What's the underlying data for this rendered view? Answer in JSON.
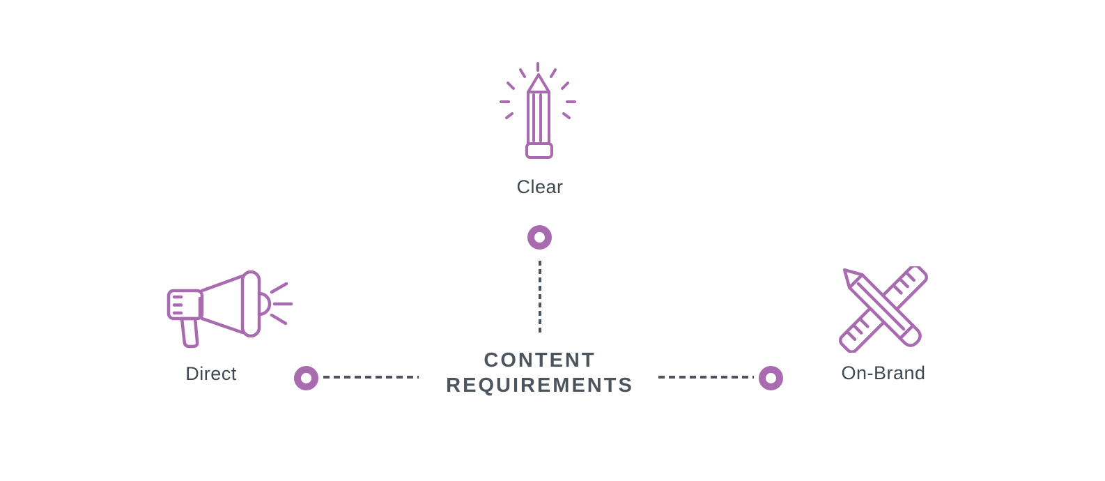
{
  "diagram": {
    "center": {
      "title_line1": "CONTENT",
      "title_line2": "REQUIREMENTS"
    },
    "nodes": {
      "top": {
        "label": "Clear",
        "icon": "shining-pencil-icon"
      },
      "left": {
        "label": "Direct",
        "icon": "megaphone-icon"
      },
      "right": {
        "label": "On-Brand",
        "icon": "pencil-ruler-icon"
      }
    },
    "colors": {
      "accent": "#a96bb0",
      "title_text": "#4c555d",
      "label_text": "#3e474f",
      "connector": "#4c555d",
      "background": "#ffffff"
    }
  }
}
